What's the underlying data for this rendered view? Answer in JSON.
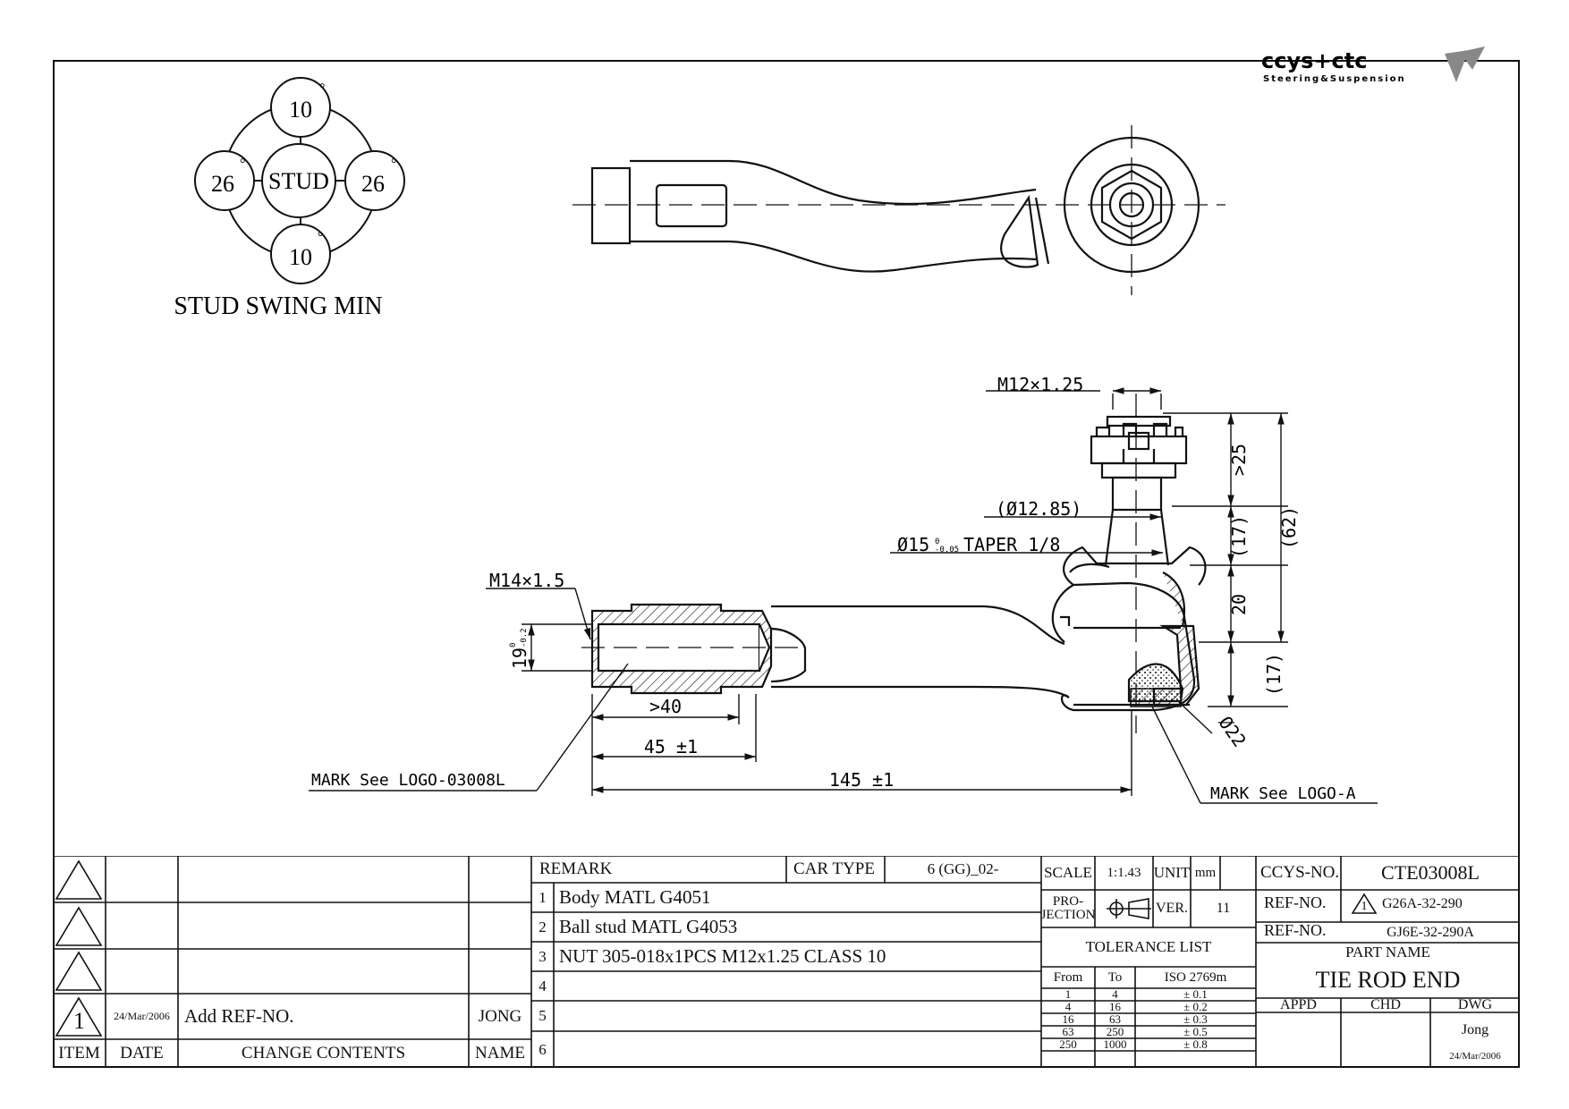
{
  "logo": {
    "brand": "ccys+ctc",
    "tagline": "Steering&Suspension"
  },
  "swing": {
    "top": "10",
    "bottom": "10",
    "left": "26",
    "right": "26",
    "center": "STUD",
    "degree": "°",
    "title": "STUD SWING MIN"
  },
  "dims": {
    "m12": "M12×1.25",
    "d1285": "(Ø12.85)",
    "taper": "Ø15",
    "taper_tol": "-0.05",
    "taper_tol2": "0",
    "taper_label": "TAPER 1/8",
    "m14": "M14×1.5",
    "d19": "19",
    "d19_tol": "0",
    "d19_tol2": "-0.2",
    "d40": ">40",
    "d45": "45 ±1",
    "d145": "145 ±1",
    "d25": ">25",
    "d17a": "(17)",
    "d62": "(62)",
    "d20": "20",
    "d17b": "(17)",
    "d22": "Ø22",
    "mark1": "MARK See LOGO-03008L",
    "mark2": "MARK See LOGO-A"
  },
  "revisions": {
    "rows": [
      {
        "item": "",
        "date": "",
        "contents": "",
        "name": ""
      },
      {
        "item": "",
        "date": "",
        "contents": "",
        "name": ""
      },
      {
        "item": "",
        "date": "",
        "contents": "",
        "name": ""
      },
      {
        "item": "1",
        "date": "24/Mar/2006",
        "contents": "Add REF-NO.",
        "name": "JONG"
      }
    ],
    "headers": {
      "item": "ITEM",
      "date": "DATE",
      "contents": "CHANGE CONTENTS",
      "name": "NAME"
    }
  },
  "remarks": {
    "header": "REMARK",
    "car_type_label": "CAR TYPE",
    "car_type_value": "6 (GG)_02-",
    "items": [
      {
        "no": "1",
        "text": "Body MATL G4051"
      },
      {
        "no": "2",
        "text": "Ball stud MATL G4053"
      },
      {
        "no": "3",
        "text": "NUT 305-018x1PCS M12x1.25 CLASS 10"
      },
      {
        "no": "4",
        "text": ""
      },
      {
        "no": "5",
        "text": ""
      },
      {
        "no": "6",
        "text": ""
      }
    ]
  },
  "scale": {
    "label": "SCALE",
    "value": "1:1.43",
    "unit_label": "UNIT",
    "unit": "mm",
    "projection": "PRO-\nJECTION",
    "ver_label": "VER.",
    "ver": "11"
  },
  "tolerance": {
    "title": "TOLERANCE LIST",
    "headers": [
      "From",
      "To",
      "ISO 2769m"
    ],
    "rows": [
      [
        "1",
        "4",
        "± 0.1"
      ],
      [
        "4",
        "16",
        "± 0.2"
      ],
      [
        "16",
        "63",
        "± 0.3"
      ],
      [
        "63",
        "250",
        "± 0.5"
      ],
      [
        "250",
        "1000",
        "± 0.8"
      ]
    ]
  },
  "part": {
    "ccys_label": "CCYS-NO.",
    "ccys_no": "CTE03008L",
    "ref_label": "REF-NO.",
    "ref1": "G26A-32-290",
    "ref1_mark": "1",
    "ref2": "GJ6E-32-290A",
    "part_name_label": "PART NAME",
    "part_name": "TIE ROD END",
    "appd": "APPD",
    "chd": "CHD",
    "dwg": "DWG",
    "dwg_name": "Jong",
    "dwg_date": "24/Mar/2006"
  }
}
